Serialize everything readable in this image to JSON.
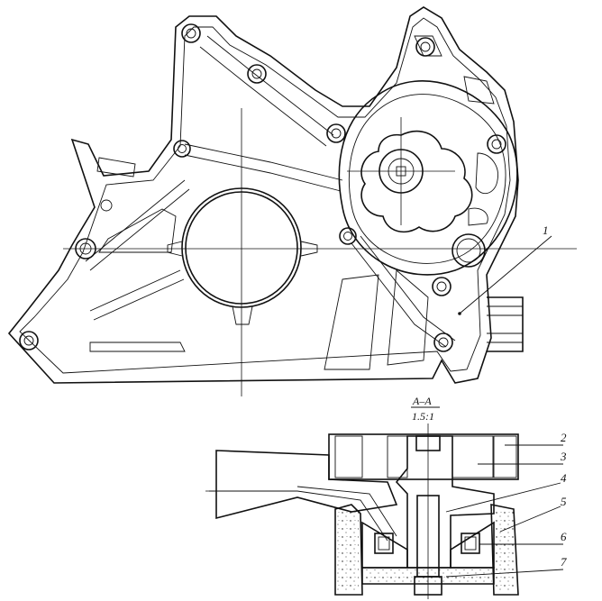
{
  "section": {
    "title": "A–A",
    "scale": "1.5:1"
  },
  "callouts": [
    {
      "id": "1",
      "text": "1"
    },
    {
      "id": "2",
      "text": "2"
    },
    {
      "id": "3",
      "text": "3"
    },
    {
      "id": "4",
      "text": "4"
    },
    {
      "id": "5",
      "text": "5"
    },
    {
      "id": "6",
      "text": "6"
    },
    {
      "id": "7",
      "text": "7"
    }
  ],
  "colors": {
    "line": "#111111",
    "background": "#ffffff"
  }
}
